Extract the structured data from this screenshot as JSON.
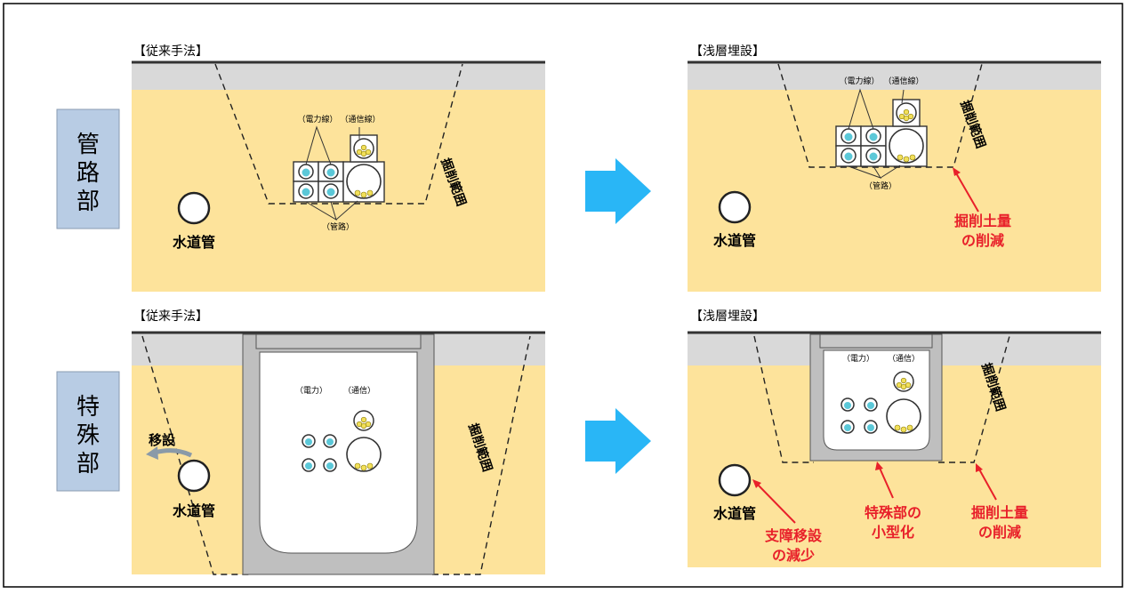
{
  "side_labels": {
    "pipe_section": [
      "管",
      "路",
      "部"
    ],
    "special_section": [
      "特",
      "殊",
      "部"
    ]
  },
  "panel_titles": {
    "conventional": "【従来手法】",
    "shallow": "【浅層埋設】"
  },
  "labels": {
    "power_line": "（電力線）",
    "comm_line": "（通信線）",
    "conduit": "（管路）",
    "power": "（電力）",
    "comm": "（通信）",
    "excavation_range": "掘削範囲",
    "water_pipe": "水道管",
    "relocation": "移設"
  },
  "callouts": {
    "soil_reduction": [
      "掘削土量",
      "の削減"
    ],
    "special_downsize": [
      "特殊部の",
      "小型化"
    ],
    "relocation_reduction": [
      "支障移設",
      "の減少"
    ]
  },
  "colors": {
    "soil": "#fde39b",
    "pavement": "#d9d9d9",
    "concrete": "#bfbfbf",
    "label_box": "#b8cce4",
    "arrow": "#29b6f6",
    "callout": "#e8202a",
    "cable": "#5bc8d8",
    "comm_cable": "#f2e05a"
  }
}
